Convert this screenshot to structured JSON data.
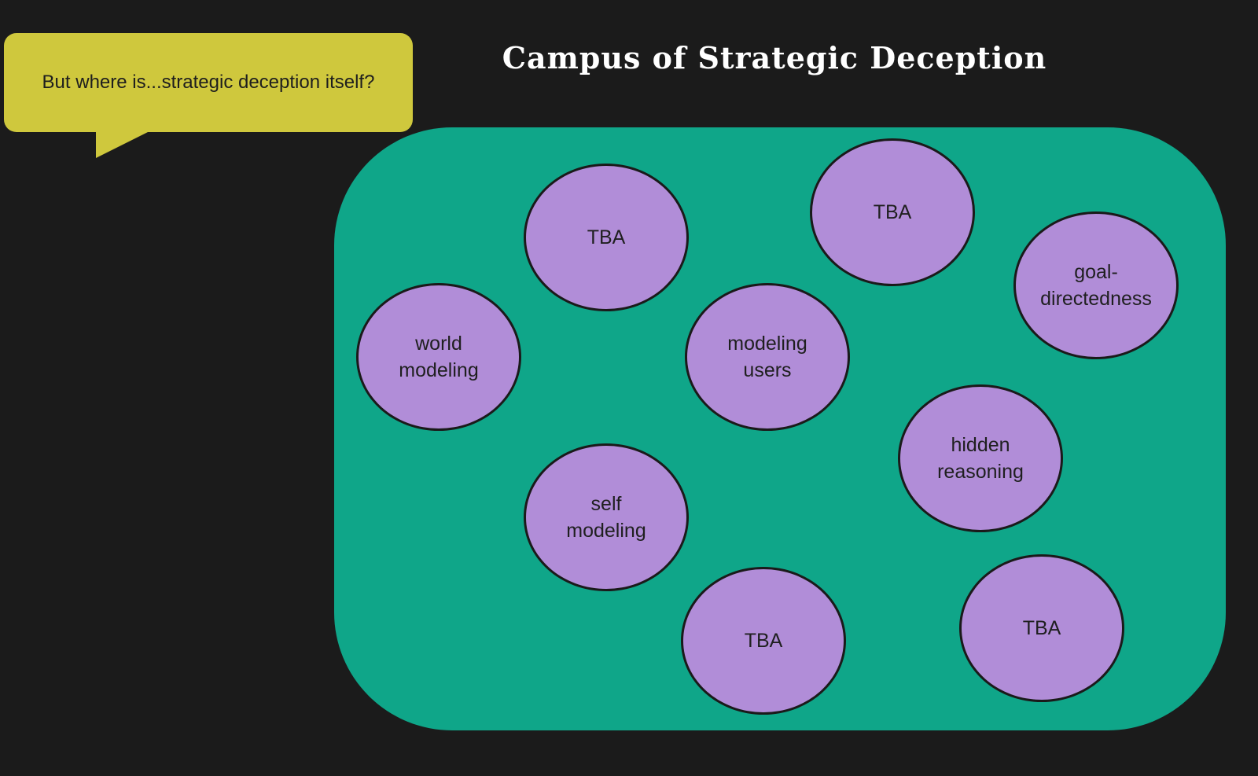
{
  "title": "Campus of Strategic Deception",
  "callout": {
    "text": "But where is...strategic deception itself?",
    "color": "#cfc83d"
  },
  "colors": {
    "background": "#1b1b1b",
    "campus": "#0fa689",
    "node_fill": "#b18dd8",
    "node_border": "#1a1a1a",
    "title_text": "#ffffff"
  },
  "nodes": [
    {
      "line1": "TBA",
      "line2": ""
    },
    {
      "line1": "TBA",
      "line2": ""
    },
    {
      "line1": "goal-",
      "line2": "directedness"
    },
    {
      "line1": "world",
      "line2": "modeling"
    },
    {
      "line1": "modeling",
      "line2": "users"
    },
    {
      "line1": "hidden",
      "line2": "reasoning"
    },
    {
      "line1": "self",
      "line2": "modeling"
    },
    {
      "line1": "TBA",
      "line2": ""
    },
    {
      "line1": "TBA",
      "line2": ""
    }
  ]
}
